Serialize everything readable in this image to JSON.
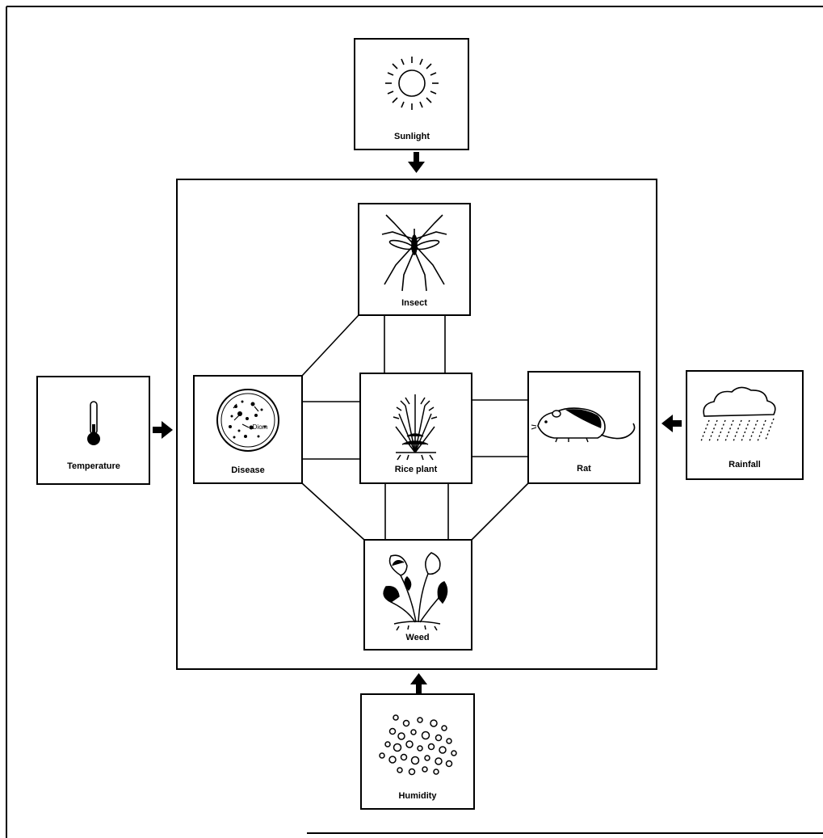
{
  "nodes": {
    "sunlight": {
      "label": "Sunlight",
      "icon": "sun-icon"
    },
    "temperature": {
      "label": "Temperature",
      "icon": "thermometer-icon"
    },
    "rainfall": {
      "label": "Rainfall",
      "icon": "rain-cloud-icon"
    },
    "humidity": {
      "label": "Humidity",
      "icon": "droplets-icon"
    },
    "insect": {
      "label": "Insect",
      "icon": "mosquito-icon"
    },
    "disease": {
      "label": "Disease",
      "icon": "microbe-dish-icon"
    },
    "rice_plant": {
      "label": "Rice plant",
      "icon": "rice-plant-icon"
    },
    "rat": {
      "label": "Rat",
      "icon": "rat-icon"
    },
    "weed": {
      "label": "Weed",
      "icon": "weed-icon"
    }
  },
  "disease_icon_text": "Diom",
  "external_factors": [
    "sunlight",
    "temperature",
    "rainfall",
    "humidity"
  ],
  "interactions": [
    [
      "insect",
      "rice_plant"
    ],
    [
      "rice_plant",
      "insect"
    ],
    [
      "disease",
      "rice_plant"
    ],
    [
      "rice_plant",
      "disease"
    ],
    [
      "rat",
      "rice_plant"
    ],
    [
      "rice_plant",
      "rat"
    ],
    [
      "weed",
      "rice_plant"
    ],
    [
      "rice_plant",
      "weed"
    ],
    [
      "insect",
      "disease"
    ],
    [
      "disease",
      "weed"
    ],
    [
      "weed",
      "rat"
    ]
  ],
  "colors": {
    "ink": "#000000",
    "paper": "#ffffff"
  }
}
